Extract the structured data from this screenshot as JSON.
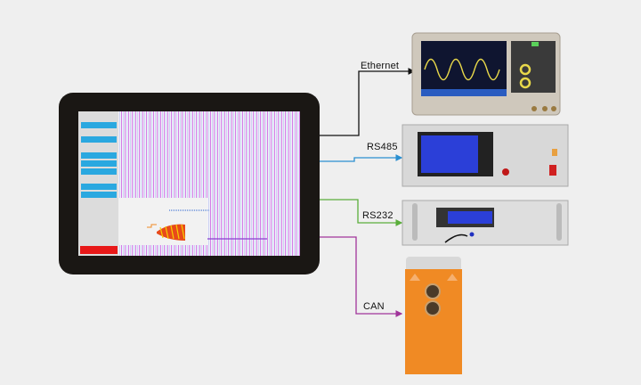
{
  "connections": [
    {
      "label": "Ethernet",
      "color": "#111111",
      "device": "oscilloscope"
    },
    {
      "label": "RS485",
      "color": "#2a8fd0",
      "device": "rs485-instrument"
    },
    {
      "label": "RS232",
      "color": "#5aae3a",
      "device": "rs232-instrument"
    },
    {
      "label": "CAN",
      "color": "#a0349a",
      "device": "can-module"
    }
  ],
  "colors": {
    "background": "#efefef",
    "device_orange": "#f08a24",
    "lcd_blue": "#2b3fd8",
    "tablet_button": "#2aa8e0",
    "tablet_stop": "#e81818"
  }
}
